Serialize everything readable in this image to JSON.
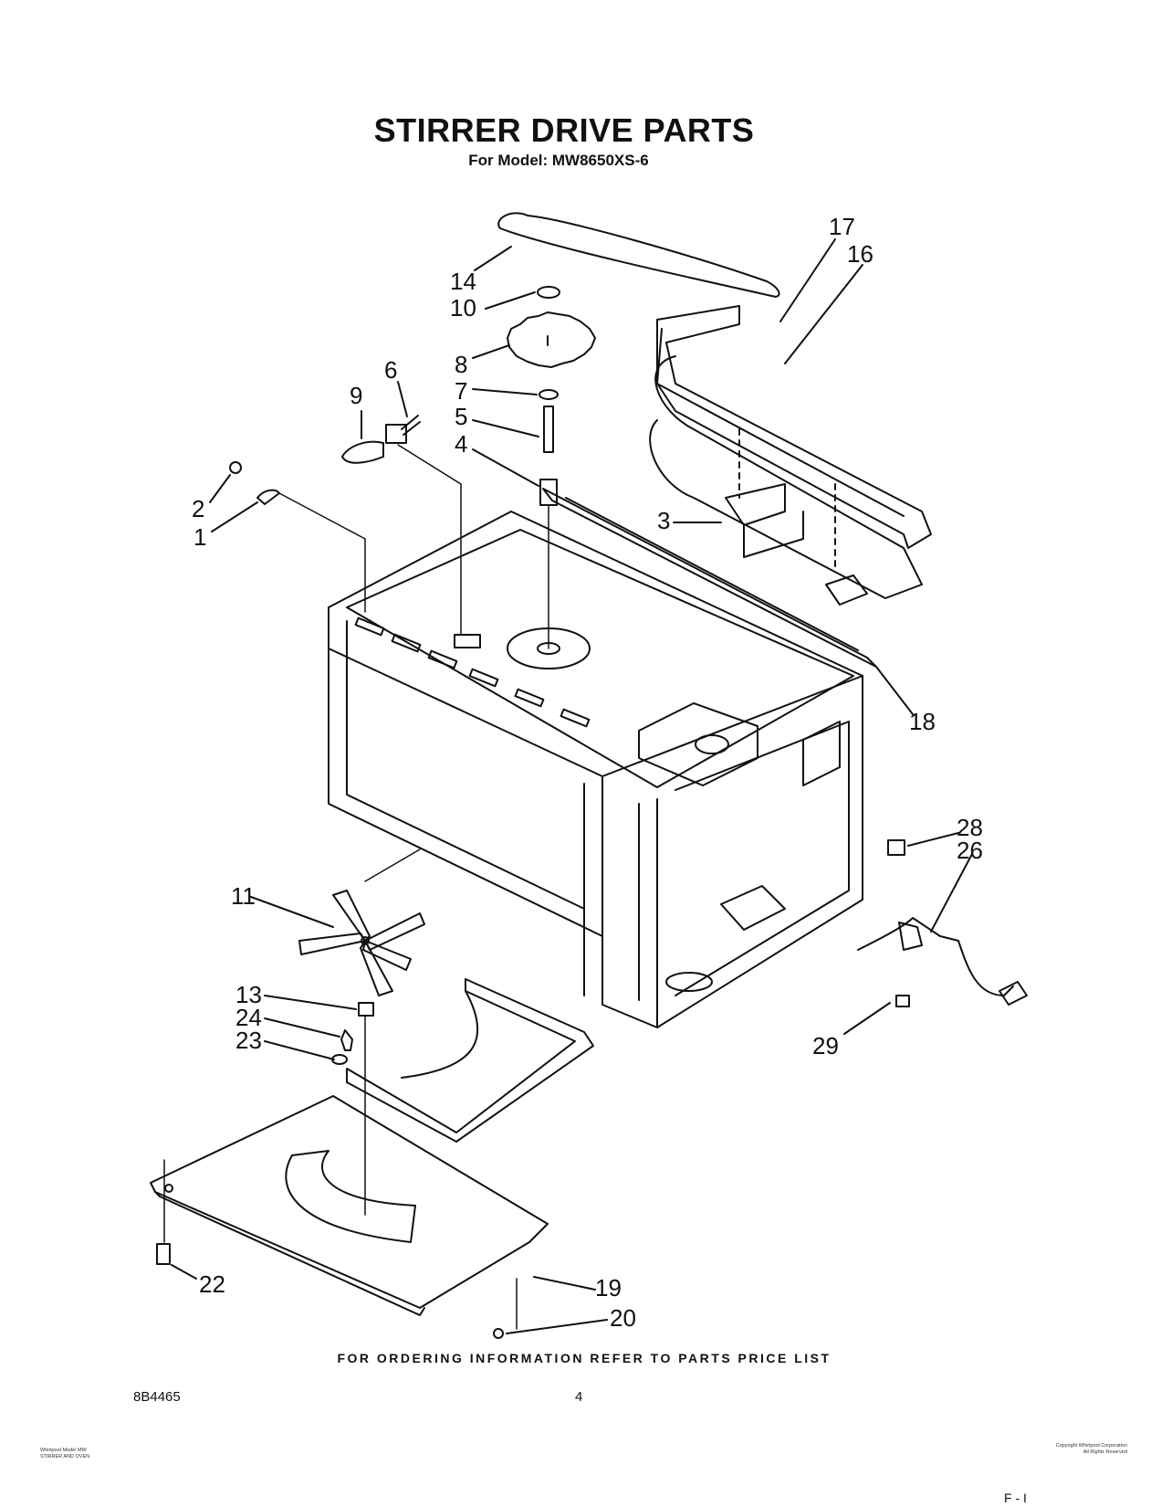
{
  "title": "STIRRER DRIVE PARTS",
  "model_line": "For Model: MW8650XS-6",
  "callouts": [
    "14",
    "10",
    "8",
    "7",
    "5",
    "4",
    "6",
    "9",
    "2",
    "1",
    "3",
    "17",
    "16",
    "18",
    "11",
    "13",
    "24",
    "23",
    "28",
    "26",
    "29",
    "22",
    "19",
    "20"
  ],
  "order_note": "FOR ORDERING INFORMATION REFER TO PARTS PRICE LIST",
  "doc_number": "8B4465",
  "page_number": "4",
  "fine_print_left": [
    "Whirlpool Model MW",
    "STIRRER AND OVEN"
  ],
  "fine_print_right": [
    "Copyright Whirlpool Corporation",
    "All Rights Reserved"
  ],
  "corner_mark": "F  -   I"
}
